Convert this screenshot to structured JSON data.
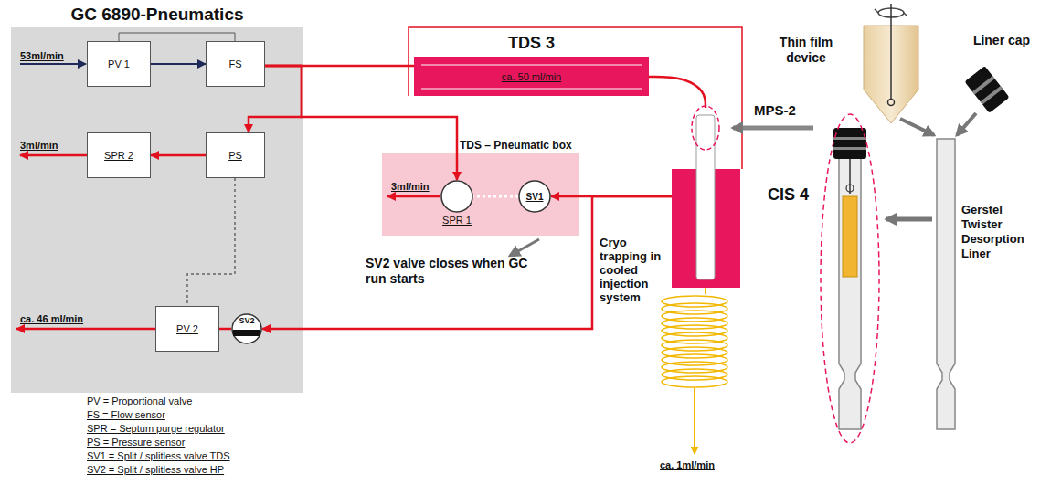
{
  "diagram": {
    "nodes": [
      {
        "text": [
          "GC 6890-Pneumatics"
        ]
      },
      {
        "text": [
          "PV 1"
        ],
        "in": 0
      },
      {
        "text": [
          "FS"
        ],
        "in": 0
      },
      {
        "text": [
          "SPR 2"
        ],
        "in": 0
      },
      {
        "text": [
          "PS"
        ],
        "in": 0
      },
      {
        "text": [
          "PV 2"
        ],
        "in": 0
      },
      {
        "text": [
          "SV2"
        ],
        "in": 0
      },
      {
        "text": [
          "TDS 3",
          "ca. 50 ml/min"
        ]
      },
      {
        "text": [
          "TDS – Pneumatic box"
        ]
      },
      {
        "text": [
          "SPR 1"
        ],
        "in": 8
      },
      {
        "text": [
          "SV1"
        ],
        "in": 8
      },
      {
        "text": [
          "CIS 4"
        ]
      }
    ],
    "edges": [
      {
        "from": 1,
        "to": 2,
        "arrow": "to"
      },
      {
        "from": 2,
        "to": 7,
        "arrow": "none"
      },
      {
        "from": 2,
        "to": 4,
        "arrow": "to"
      },
      {
        "from": 2,
        "to": 9,
        "arrow": "to"
      },
      {
        "from": 4,
        "to": 3,
        "arrow": "to"
      },
      {
        "from": 4,
        "to": 5,
        "arrow": "none"
      },
      {
        "from": 7,
        "to": 11,
        "arrow": "none"
      },
      {
        "from": 11,
        "to": 10,
        "arrow": "to"
      },
      {
        "from": 11,
        "to": 6,
        "arrow": "to"
      },
      {
        "from": 10,
        "to": 9,
        "arrow": "none"
      },
      {
        "from": 6,
        "to": 5,
        "arrow": "none"
      }
    ],
    "labels": [
      "53ml/min",
      "3ml/min",
      "ca. 46 ml/min",
      "3ml/min",
      "SV2 valve closes when GC run starts",
      "MPS-2",
      "Thin film device",
      "Liner cap",
      "Gerstel Twister Desorption Liner",
      "Cryo trapping in cooled injection system",
      "ca. 1ml/min",
      "PV = Proportional valve",
      "FS = Flow sensor",
      "SPR = Septum purge regulator",
      "PS = Pressure sensor",
      "SV1 = Split / splitless valve TDS",
      "SV2 = Split / splitless valve HP"
    ]
  }
}
